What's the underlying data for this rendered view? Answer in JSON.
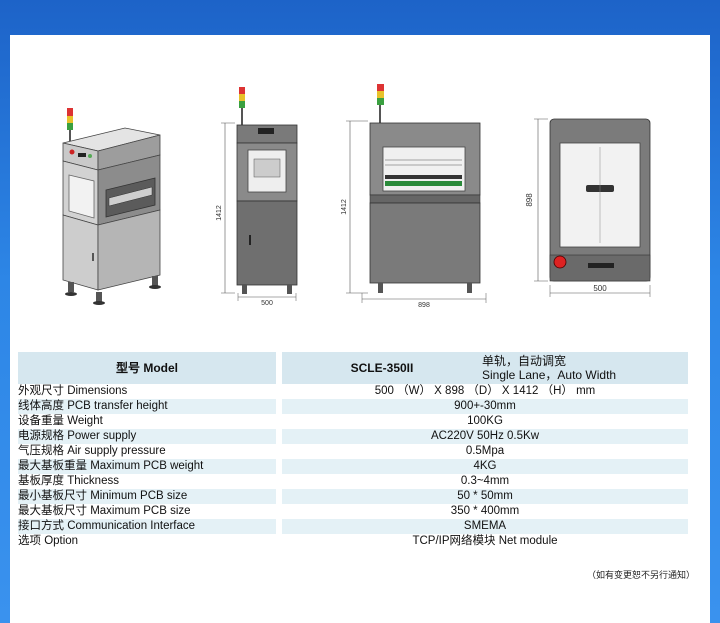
{
  "drawings": {
    "front_width_dim": "500",
    "front_height_dim": "1412",
    "side_width_dim": "898",
    "side_height_dim": "1412",
    "top_width_dim": "500",
    "top_depth_dim": "898"
  },
  "header": {
    "label": "型号 Model",
    "model": "SCLE-350II",
    "feature_line1": "单轨，自动调宽",
    "feature_line2": "Single Lane，Auto Width"
  },
  "specs": [
    {
      "label": "外观尺寸  Dimensions",
      "value": "500 （W） X 898 （D） X 1412 （H） mm"
    },
    {
      "label": "线体高度  PCB transfer height",
      "value": "900+-30mm"
    },
    {
      "label": "设备重量  Weight",
      "value": "100KG"
    },
    {
      "label": "电源规格  Power supply",
      "value": "AC220V 50Hz 0.5Kw"
    },
    {
      "label": "气压规格  Air supply pressure",
      "value": "0.5Mpa"
    },
    {
      "label": "最大基板重量  Maximum PCB weight",
      "value": "4KG"
    },
    {
      "label": "基板厚度  Thickness",
      "value": "0.3~4mm"
    },
    {
      "label": "最小基板尺寸  Minimum PCB size",
      "value": "50 * 50mm"
    },
    {
      "label": "最大基板尺寸  Maximum PCB size",
      "value": "350 * 400mm"
    },
    {
      "label": "接口方式  Communication Interface",
      "value": "SMEMA"
    },
    {
      "label": "选项  Option",
      "value": "TCP/IP网络模块  Net module"
    }
  ],
  "footnote": "（如有变更恕不另行通知）"
}
